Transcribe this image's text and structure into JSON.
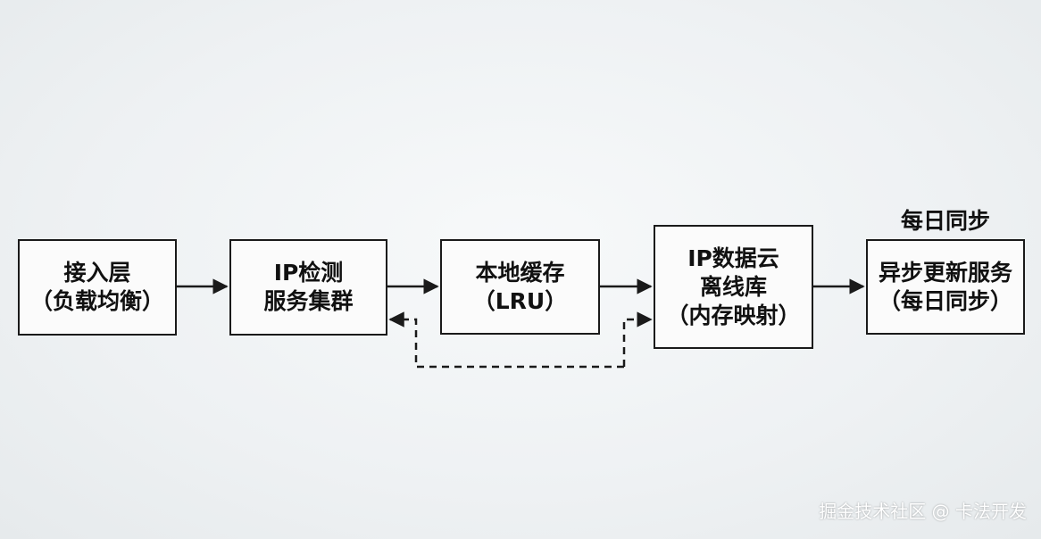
{
  "nodes": {
    "access": {
      "line1": "接入层",
      "line2": "（负载均衡）"
    },
    "ip_detect": {
      "line1": "IP检测",
      "line2": "服务集群"
    },
    "local_cache": {
      "line1": "本地缓存",
      "line2": "（LRU）"
    },
    "ip_db": {
      "line1": "IP数据云",
      "line2": "离线库",
      "line3": "（内存映射）"
    },
    "sync": {
      "line1": "异步更新服务",
      "line2": "（每日同步）"
    }
  },
  "sync_top_label": "每日同步",
  "watermark": "掘金技术社区 @ 卡法开发"
}
